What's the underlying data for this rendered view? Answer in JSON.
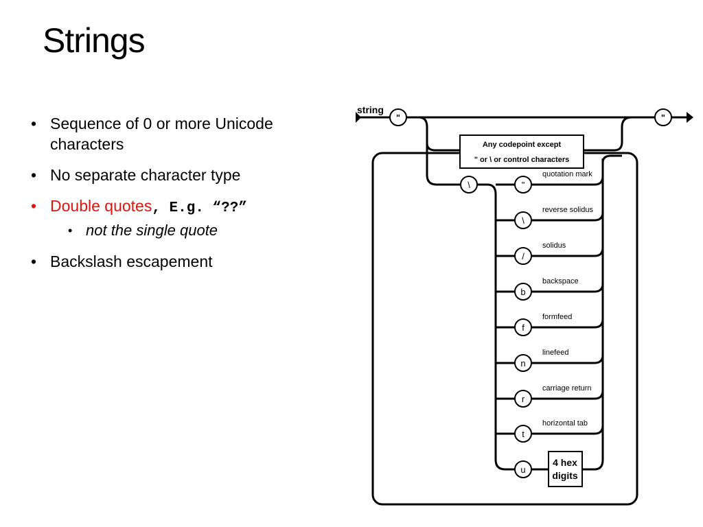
{
  "title": "Strings",
  "bullets": {
    "item1": "Sequence of 0 or more Unicode characters",
    "item2": "No separate character type",
    "item3_red": "Double quotes",
    "item3_code": ", E.g. “??”",
    "item3_sub": "not the single quote",
    "item4": "Backslash escapement"
  },
  "diagram": {
    "label": "string",
    "open_quote": "\"",
    "close_quote": "\"",
    "backslash": "\\",
    "any_codepoint_line1": "Any codepoint except",
    "any_codepoint_line2": "\" or \\ or control characters",
    "escapes": [
      {
        "char": "\"",
        "desc": "quotation mark"
      },
      {
        "char": "\\",
        "desc": "reverse solidus"
      },
      {
        "char": "/",
        "desc": "solidus"
      },
      {
        "char": "b",
        "desc": "backspace"
      },
      {
        "char": "f",
        "desc": "formfeed"
      },
      {
        "char": "n",
        "desc": "linefeed"
      },
      {
        "char": "r",
        "desc": "carriage return"
      },
      {
        "char": "t",
        "desc": "horizontal tab"
      },
      {
        "char": "u",
        "desc": ""
      }
    ],
    "hex_line1": "4 hex",
    "hex_line2": "digits"
  }
}
